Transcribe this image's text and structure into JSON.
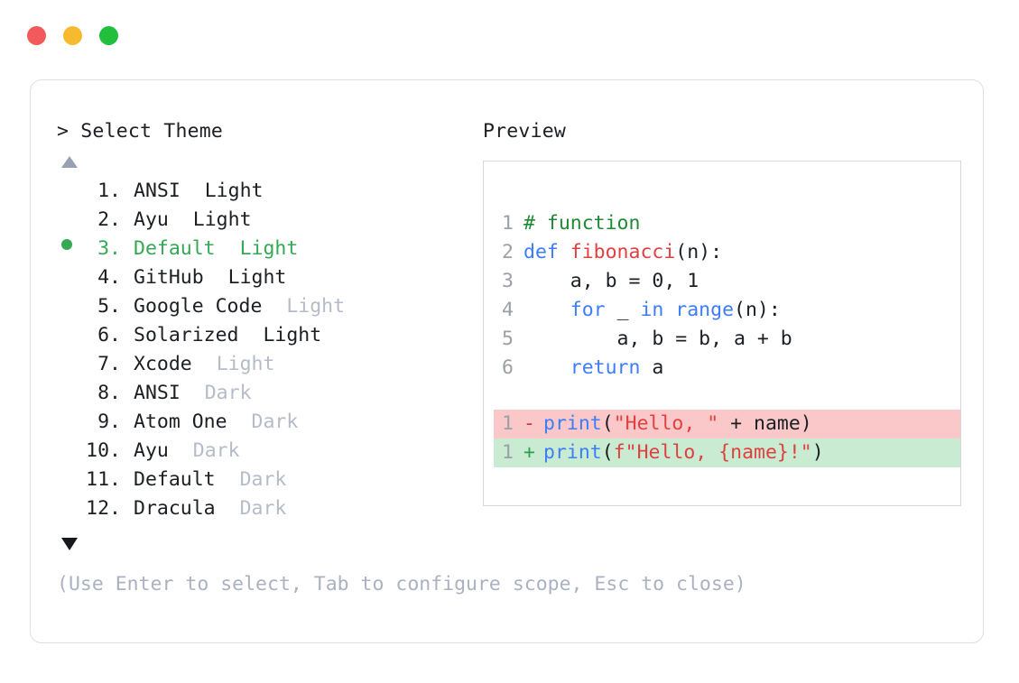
{
  "window": {
    "dots": [
      {
        "name": "close",
        "color": "#f1595a"
      },
      {
        "name": "minimize",
        "color": "#f7ba2e"
      },
      {
        "name": "maximize",
        "color": "#22be3d"
      }
    ]
  },
  "prompt": {
    "heading": "> Select Theme",
    "preview_heading": "Preview",
    "scroll_up": "▲",
    "scroll_down": "▼",
    "selected_index": 3,
    "hint": "(Use Enter to select, Tab to configure scope, Esc to close)"
  },
  "themes": [
    {
      "index": "1.",
      "name": "ANSI",
      "variant": "Light",
      "variant_strong": true,
      "selected": false
    },
    {
      "index": "2.",
      "name": "Ayu",
      "variant": "Light",
      "variant_strong": true,
      "selected": false
    },
    {
      "index": "3.",
      "name": "Default",
      "variant": "Light",
      "variant_strong": true,
      "selected": true
    },
    {
      "index": "4.",
      "name": "GitHub",
      "variant": "Light",
      "variant_strong": true,
      "selected": false
    },
    {
      "index": "5.",
      "name": "Google Code",
      "variant": "Light",
      "variant_strong": false,
      "selected": false
    },
    {
      "index": "6.",
      "name": "Solarized",
      "variant": "Light",
      "variant_strong": true,
      "selected": false
    },
    {
      "index": "7.",
      "name": "Xcode",
      "variant": "Light",
      "variant_strong": false,
      "selected": false
    },
    {
      "index": "8.",
      "name": "ANSI",
      "variant": "Dark",
      "variant_strong": false,
      "selected": false
    },
    {
      "index": "9.",
      "name": "Atom One",
      "variant": "Dark",
      "variant_strong": false,
      "selected": false
    },
    {
      "index": "10.",
      "name": "Ayu",
      "variant": "Dark",
      "variant_strong": false,
      "selected": false
    },
    {
      "index": "11.",
      "name": "Default",
      "variant": "Dark",
      "variant_strong": false,
      "selected": false
    },
    {
      "index": "12.",
      "name": "Dracula",
      "variant": "Dark",
      "variant_strong": false,
      "selected": false
    }
  ],
  "preview": {
    "code_lines": [
      {
        "no": "1",
        "tokens": [
          {
            "t": "# function",
            "c": "c-comment"
          }
        ]
      },
      {
        "no": "2",
        "tokens": [
          {
            "t": "def ",
            "c": "c-kw"
          },
          {
            "t": "fibonacci",
            "c": "c-fn"
          },
          {
            "t": "(n):",
            "c": "c-plain"
          }
        ]
      },
      {
        "no": "3",
        "tokens": [
          {
            "t": "    a, b = 0, 1",
            "c": "c-plain"
          }
        ]
      },
      {
        "no": "4",
        "tokens": [
          {
            "t": "    ",
            "c": "c-plain"
          },
          {
            "t": "for ",
            "c": "c-kw"
          },
          {
            "t": "_ ",
            "c": "c-plain"
          },
          {
            "t": "in ",
            "c": "c-kw"
          },
          {
            "t": "range",
            "c": "c-builtin"
          },
          {
            "t": "(n):",
            "c": "c-plain"
          }
        ]
      },
      {
        "no": "5",
        "tokens": [
          {
            "t": "        a, b = b, a + b",
            "c": "c-plain"
          }
        ]
      },
      {
        "no": "6",
        "tokens": [
          {
            "t": "    ",
            "c": "c-plain"
          },
          {
            "t": "return ",
            "c": "c-kw"
          },
          {
            "t": "a",
            "c": "c-plain"
          }
        ]
      }
    ],
    "diff_lines": [
      {
        "no": "1",
        "sign": "-",
        "kind": "minus",
        "tokens": [
          {
            "t": "print",
            "c": "c-builtin"
          },
          {
            "t": "(",
            "c": "c-plain"
          },
          {
            "t": "\"Hello, \"",
            "c": "c-str"
          },
          {
            "t": " + name)",
            "c": "c-plain"
          }
        ]
      },
      {
        "no": "1",
        "sign": "+",
        "kind": "plus",
        "tokens": [
          {
            "t": "print",
            "c": "c-builtin"
          },
          {
            "t": "(",
            "c": "c-plain"
          },
          {
            "t": "f\"Hello, {name}!\"",
            "c": "c-str"
          },
          {
            "t": ")",
            "c": "c-plain"
          }
        ]
      }
    ]
  },
  "colors": {
    "accent_green": "#35a853",
    "muted": "#b4bcc8",
    "hint": "#aab2c2",
    "diff_remove_bg": "#fac8c8",
    "diff_add_bg": "#c8ebd2",
    "border": "#dcdfe6"
  }
}
